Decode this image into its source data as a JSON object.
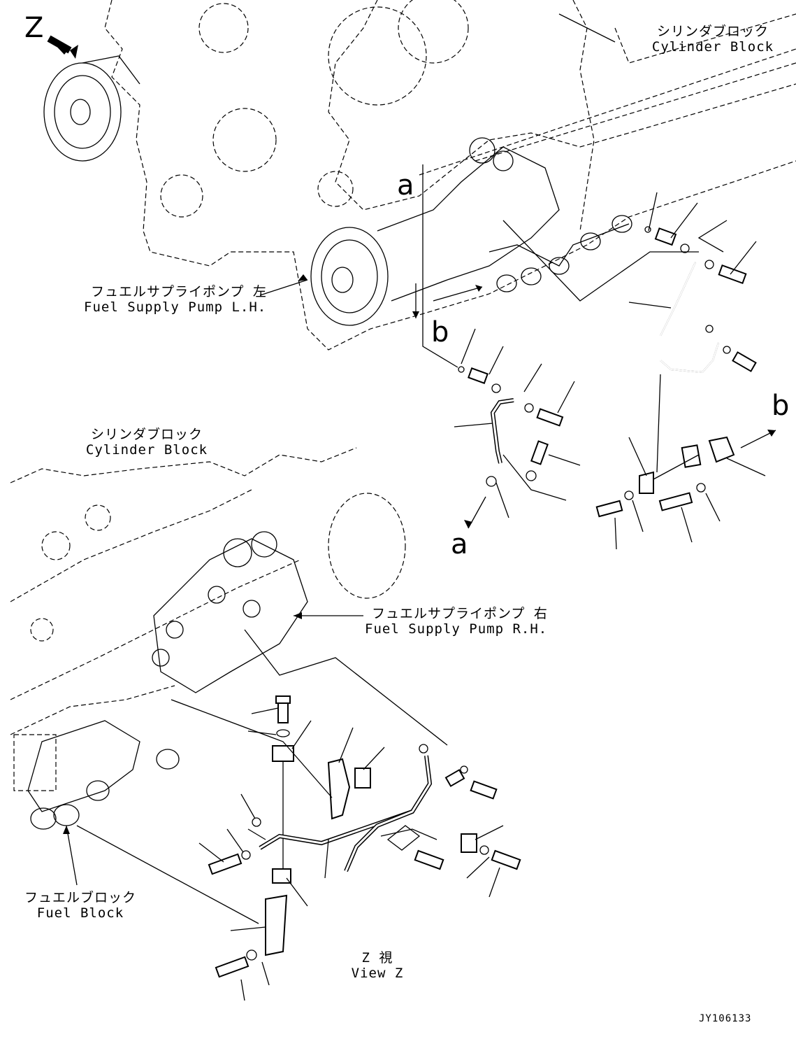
{
  "view_letter": "Z",
  "labels": {
    "cyl_block_top": {
      "jp": "シリンダブロック",
      "en": "Cylinder Block"
    },
    "pump_lh": {
      "jp": "フュエルサプライポンプ 左",
      "en": "Fuel Supply Pump L.H."
    },
    "cyl_block_mid": {
      "jp": "シリンダブロック",
      "en": "Cylinder Block"
    },
    "pump_rh": {
      "jp": "フュエルサプライポンプ 右",
      "en": "Fuel Supply Pump R.H."
    },
    "fuel_block": {
      "jp": "フュエルブロック",
      "en": "Fuel Block"
    },
    "view_z": {
      "jp": "Z 視",
      "en": "View Z"
    }
  },
  "refs": {
    "a1": "a",
    "b1": "b",
    "a2": "a",
    "b2": "b"
  },
  "doc_id": "JY106133"
}
